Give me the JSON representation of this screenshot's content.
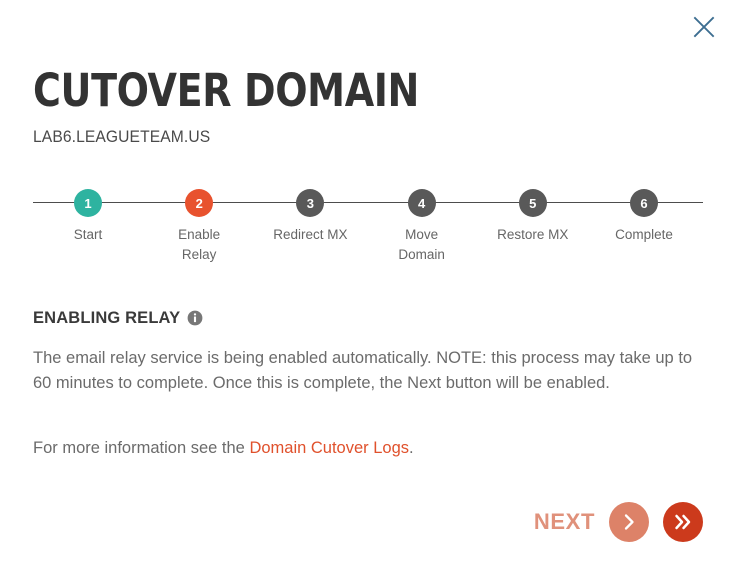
{
  "window": {
    "close_icon": "close-icon"
  },
  "header": {
    "title": "Cutover Domain",
    "domain": "lab6.leagueteam.us"
  },
  "stepper": {
    "current_step": 2,
    "colors": {
      "completed": "#2eb3a0",
      "active": "#e8522e",
      "inactive": "#595959",
      "line": "#4d4d4d"
    },
    "steps": [
      {
        "number": "1",
        "label": "Start",
        "state": "completed"
      },
      {
        "number": "2",
        "label": "Enable Relay",
        "state": "active"
      },
      {
        "number": "3",
        "label": "Redirect MX",
        "state": "inactive"
      },
      {
        "number": "4",
        "label": "Move Domain",
        "state": "inactive"
      },
      {
        "number": "5",
        "label": "Restore MX",
        "state": "inactive"
      },
      {
        "number": "6",
        "label": "Complete",
        "state": "inactive"
      }
    ]
  },
  "content": {
    "heading": "Enabling Relay",
    "info_icon": "info-icon",
    "paragraph": "The email relay service is being enabled automatically. NOTE: this process may take up to 60 minutes to complete. Once this is complete, the Next button will be enabled.",
    "link_line": {
      "prefix": "For more information see the ",
      "link_text": "Domain Cutover Logs",
      "suffix": "."
    }
  },
  "actions": {
    "next_label": "Next",
    "next_button_icon": "chevron-right-icon",
    "next_button_enabled": false,
    "skip_button_icon": "chevron-double-right-icon",
    "colors": {
      "next_disabled": "#dd8268",
      "skip": "#cc3a1c",
      "next_label": "#e0917b",
      "link": "#e0512c",
      "close": "#3d6e91"
    }
  }
}
